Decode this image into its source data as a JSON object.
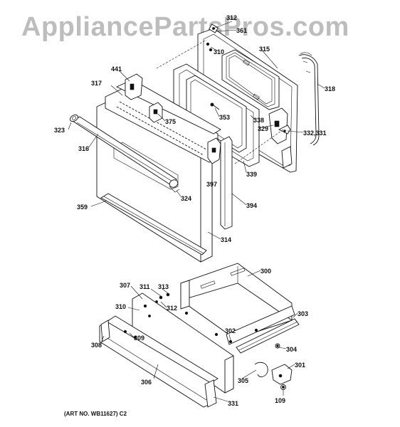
{
  "watermark": "AppliancePartsPros.com",
  "art_number": "(ART NO. WB11627) C2",
  "callouts": {
    "c312a": "312",
    "c361": "361",
    "c310a": "310",
    "c315": "315",
    "c318": "318",
    "c441": "441",
    "c317": "317",
    "c375": "375",
    "c353": "353",
    "c338": "338",
    "c329": "329",
    "c332_331": "332,331",
    "c323": "323",
    "c316": "316",
    "c339": "339",
    "c397": "397",
    "c324": "324",
    "c359": "359",
    "c394": "394",
    "c314": "314",
    "c300": "300",
    "c307": "307",
    "c311": "311",
    "c313": "313",
    "c312b": "312",
    "c310b": "310",
    "c303": "303",
    "c309": "309",
    "c302": "302",
    "c308": "308",
    "c304": "304",
    "c301": "301",
    "c306": "306",
    "c305": "305",
    "c109": "109",
    "c331": "331"
  }
}
